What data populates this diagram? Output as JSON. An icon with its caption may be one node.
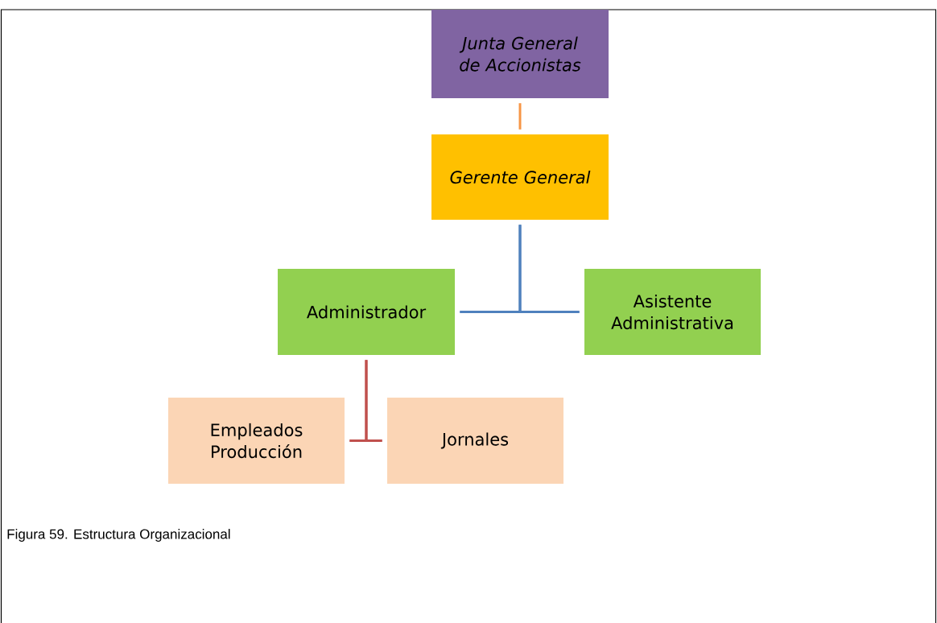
{
  "diagram": {
    "caption": "Figura 59. Estructura Organizacional",
    "nodes": [
      {
        "text": [
          "Junta General de Accionistas"
        ]
      },
      {
        "text": [
          "Gerente General"
        ]
      },
      {
        "text": [
          "Administrador"
        ]
      },
      {
        "text": [
          "Asistente Administrativa"
        ]
      },
      {
        "text": [
          "Empleados Producción"
        ]
      },
      {
        "text": [
          "Jornales"
        ]
      }
    ],
    "edges": [
      {
        "from": 0,
        "to": 1,
        "arrow": "none",
        "color": "#f79646"
      },
      {
        "from": 1,
        "to": 2,
        "arrow": "none",
        "color": "#4f81bd"
      },
      {
        "from": 1,
        "to": 3,
        "arrow": "none",
        "color": "#4f81bd"
      },
      {
        "from": 2,
        "to": 4,
        "arrow": "none",
        "color": "#c0504d"
      },
      {
        "from": 2,
        "to": 5,
        "arrow": "none",
        "color": "#c0504d"
      }
    ]
  }
}
